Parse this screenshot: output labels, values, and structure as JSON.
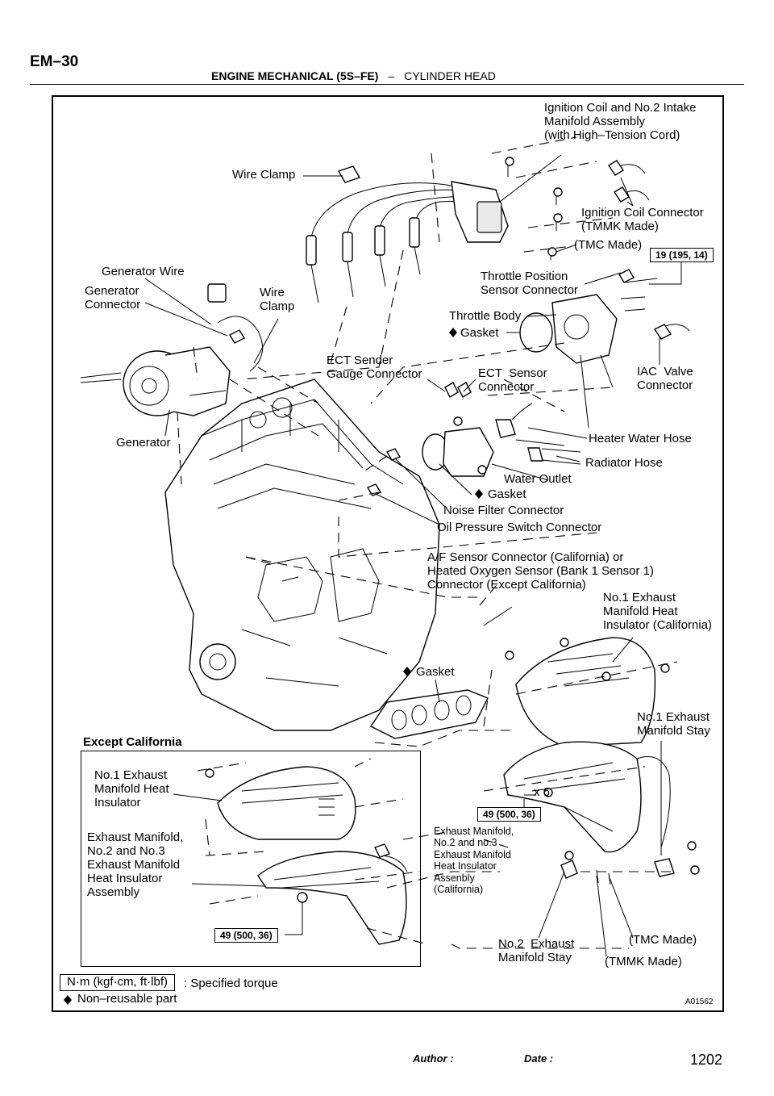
{
  "header": {
    "page_code": "EM–30",
    "section": "ENGINE MECHANICAL (5S–FE)",
    "separator": "–",
    "subsection": "CYLINDER HEAD"
  },
  "labels": {
    "ignition_coil": "Ignition Coil and No.2 Intake\nManifold Assembly\n(with High–Tension Cord)",
    "wire_clamp_top": "Wire Clamp",
    "ignition_coil_connector": "Ignition Coil Connector\n(TMMK Made)",
    "tmc_made_top": "(TMC Made)",
    "generator_wire": "Generator Wire",
    "generator_connector": "Generator\nConnector",
    "wire_clamp_gen": "Wire\nClamp",
    "throttle_position": "Throttle Position\nSensor Connector",
    "throttle_body": "Throttle Body",
    "gasket_throttle": "Gasket",
    "ect_sender": "ECT Sender\nGauge Connector",
    "ect_sensor": "ECT  Sensor\nConnector",
    "iac_valve": "IAC  Valve\nConnector",
    "generator": "Generator",
    "heater_hose": "Heater Water Hose",
    "radiator_hose": "Radiator Hose",
    "water_outlet": "Water Outlet",
    "gasket_outlet": "Gasket",
    "noise_filter": "Noise Filter Connector",
    "oil_pressure": "Oil Pressure Switch Connector",
    "af_sensor": "A/F Sensor Connector (California) or\nHeated Oxygen Sensor (Bank 1 Sensor 1)\nConnector (Except California)",
    "no1_insulator_cal": "No.1 Exhaust\nManifold Heat\nInsulator (California)",
    "gasket_manifold": "Gasket",
    "no1_stay": "No.1 Exhaust\nManifold Stay",
    "except_california": "Except California",
    "no1_insulator": "No.1 Exhaust\nManifold Heat\nInsulator",
    "x6": "x 6",
    "exhaust_assembly": "Exhaust Manifold,\nNo.2 and No.3\nExhaust Manifold\nHeat Insulator\nAssembly",
    "exhaust_assembly_cal": "Exhaust Manifold,\nNo.2 and no.3\nExhaust Manifold\nHeat Insulator\nAssenbly\n(California)",
    "no2_stay": "No.2  Exhaust\nManifold Stay",
    "tmc_made_bottom": "(TMC Made)",
    "tmmk_made_bottom": "(TMMK Made)",
    "legend_torque_box": "N·m (kgf·cm, ft·lbf)",
    "legend_torque_text": ": Specified torque",
    "legend_nonreusable": "Non–reusable part",
    "figure_code": "A01562"
  },
  "torque_specs": {
    "throttle": "19 (195, 14)",
    "manifold_cal": "49 (500, 36)",
    "manifold_except": "49 (500, 36)"
  },
  "footer": {
    "author_label": "Author :",
    "date_label": "Date :",
    "page_number": "1202"
  },
  "icons": {
    "nonreusable_marker": "diamond-icon"
  }
}
